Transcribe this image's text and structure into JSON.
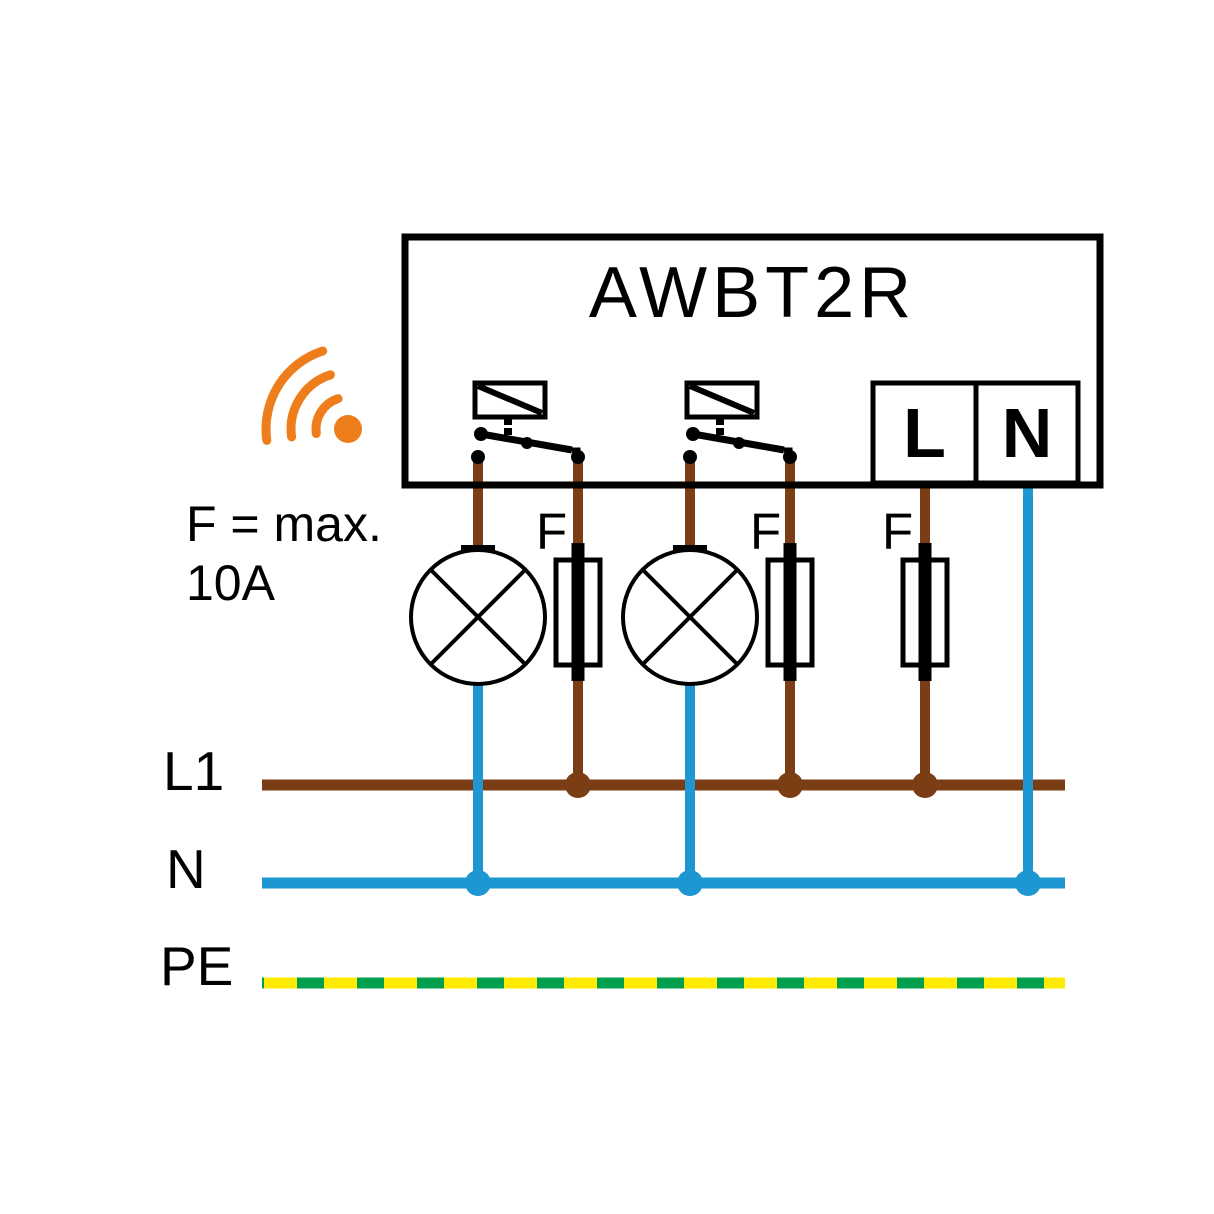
{
  "device": {
    "title": "AWBT2R",
    "terminal_l": "L",
    "terminal_n": "N"
  },
  "fuses": {
    "label": "F",
    "note_line1": "F = max.",
    "note_line2": "10A"
  },
  "bus": {
    "l1": "L1",
    "n": "N",
    "pe": "PE"
  },
  "icons": {
    "wireless": "wifi-signal-icon",
    "lamp": "lamp-icon",
    "fuse": "fuse-icon",
    "relay": "relay-switch-icon"
  },
  "colors": {
    "brown": "#7B3E14",
    "blue": "#1E96D2",
    "orange": "#EE7E1C",
    "yellow": "#FFEA00",
    "green": "#009F4D",
    "black": "#000000"
  }
}
